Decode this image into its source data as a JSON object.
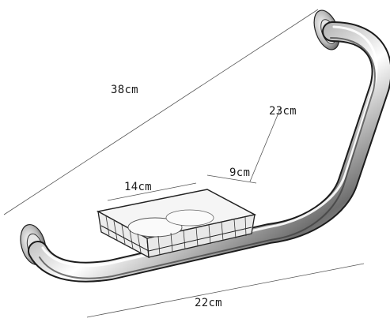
{
  "dimensions": {
    "diagonal": "38cm",
    "vertical": "23cm",
    "tray_length": "14cm",
    "tray_depth": "9cm",
    "width": "22cm"
  }
}
